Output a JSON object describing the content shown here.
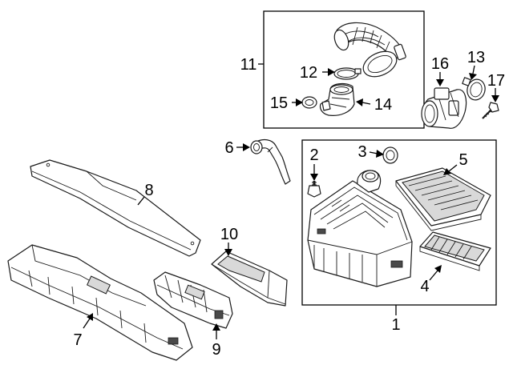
{
  "callouts": [
    "1",
    "2",
    "3",
    "4",
    "5",
    "6",
    "7",
    "8",
    "9",
    "10",
    "11",
    "12",
    "13",
    "14",
    "15",
    "16",
    "17"
  ],
  "colors": {
    "line": "#1a1a1a",
    "background": "#ffffff",
    "shade": "#d9d9d9"
  }
}
